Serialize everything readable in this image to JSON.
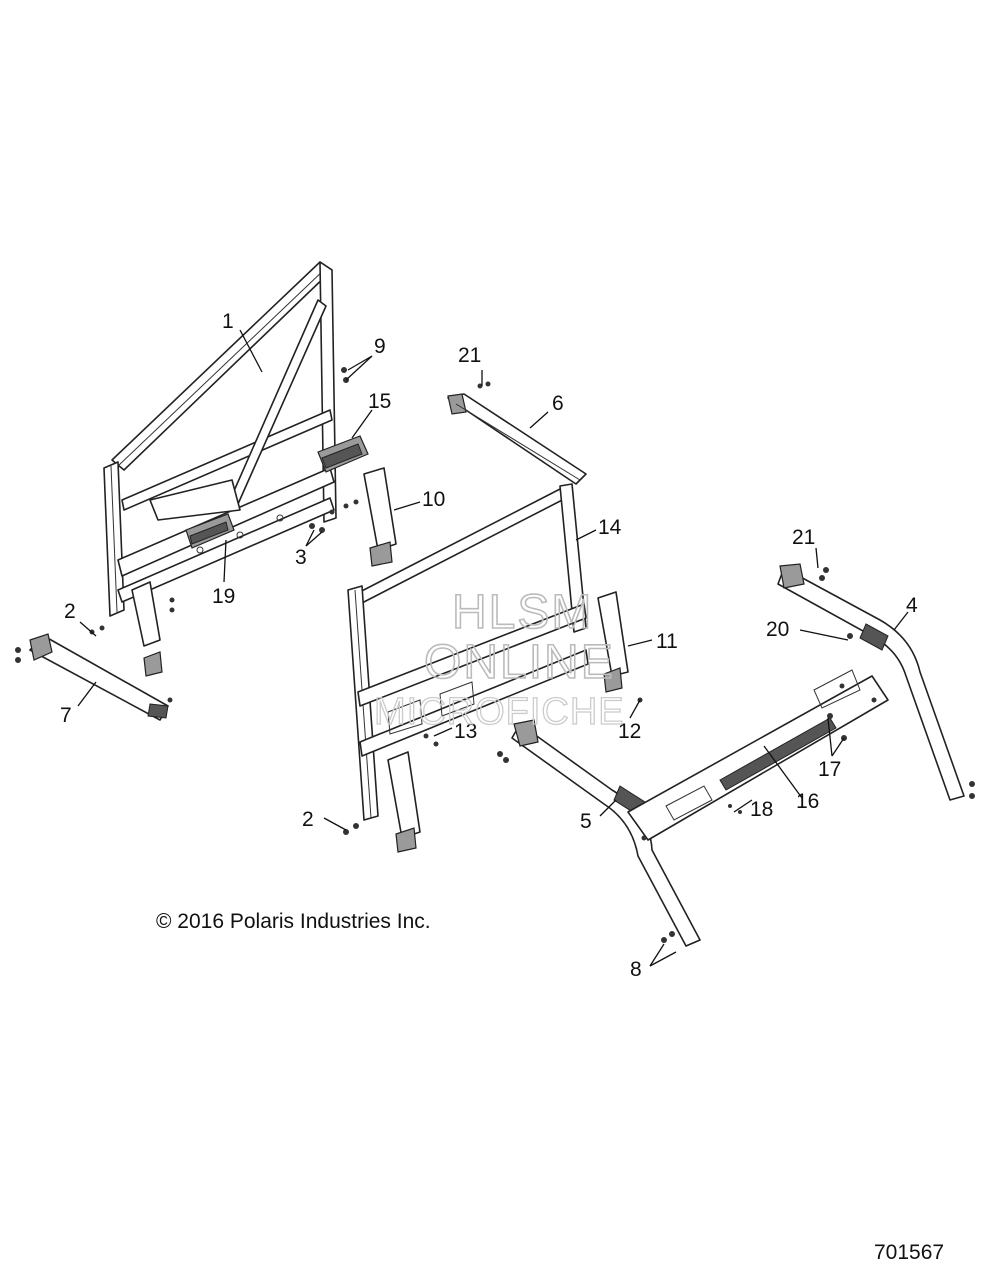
{
  "copyright": "© 2016 Polaris Industries Inc.",
  "figure_number": "701567",
  "watermark": {
    "line1": "HLSM",
    "line2": "ONLINE",
    "line3": "MICROFICHE"
  },
  "callouts": {
    "c1": "1",
    "c2a": "2",
    "c2b": "2",
    "c3": "3",
    "c4": "4",
    "c5": "5",
    "c6": "6",
    "c7": "7",
    "c8": "8",
    "c9": "9",
    "c10": "10",
    "c11": "11",
    "c12": "12",
    "c13": "13",
    "c14": "14",
    "c15": "15",
    "c16": "16",
    "c17": "17",
    "c18": "18",
    "c19": "19",
    "c20": "20",
    "c21a": "21",
    "c21b": "21"
  }
}
